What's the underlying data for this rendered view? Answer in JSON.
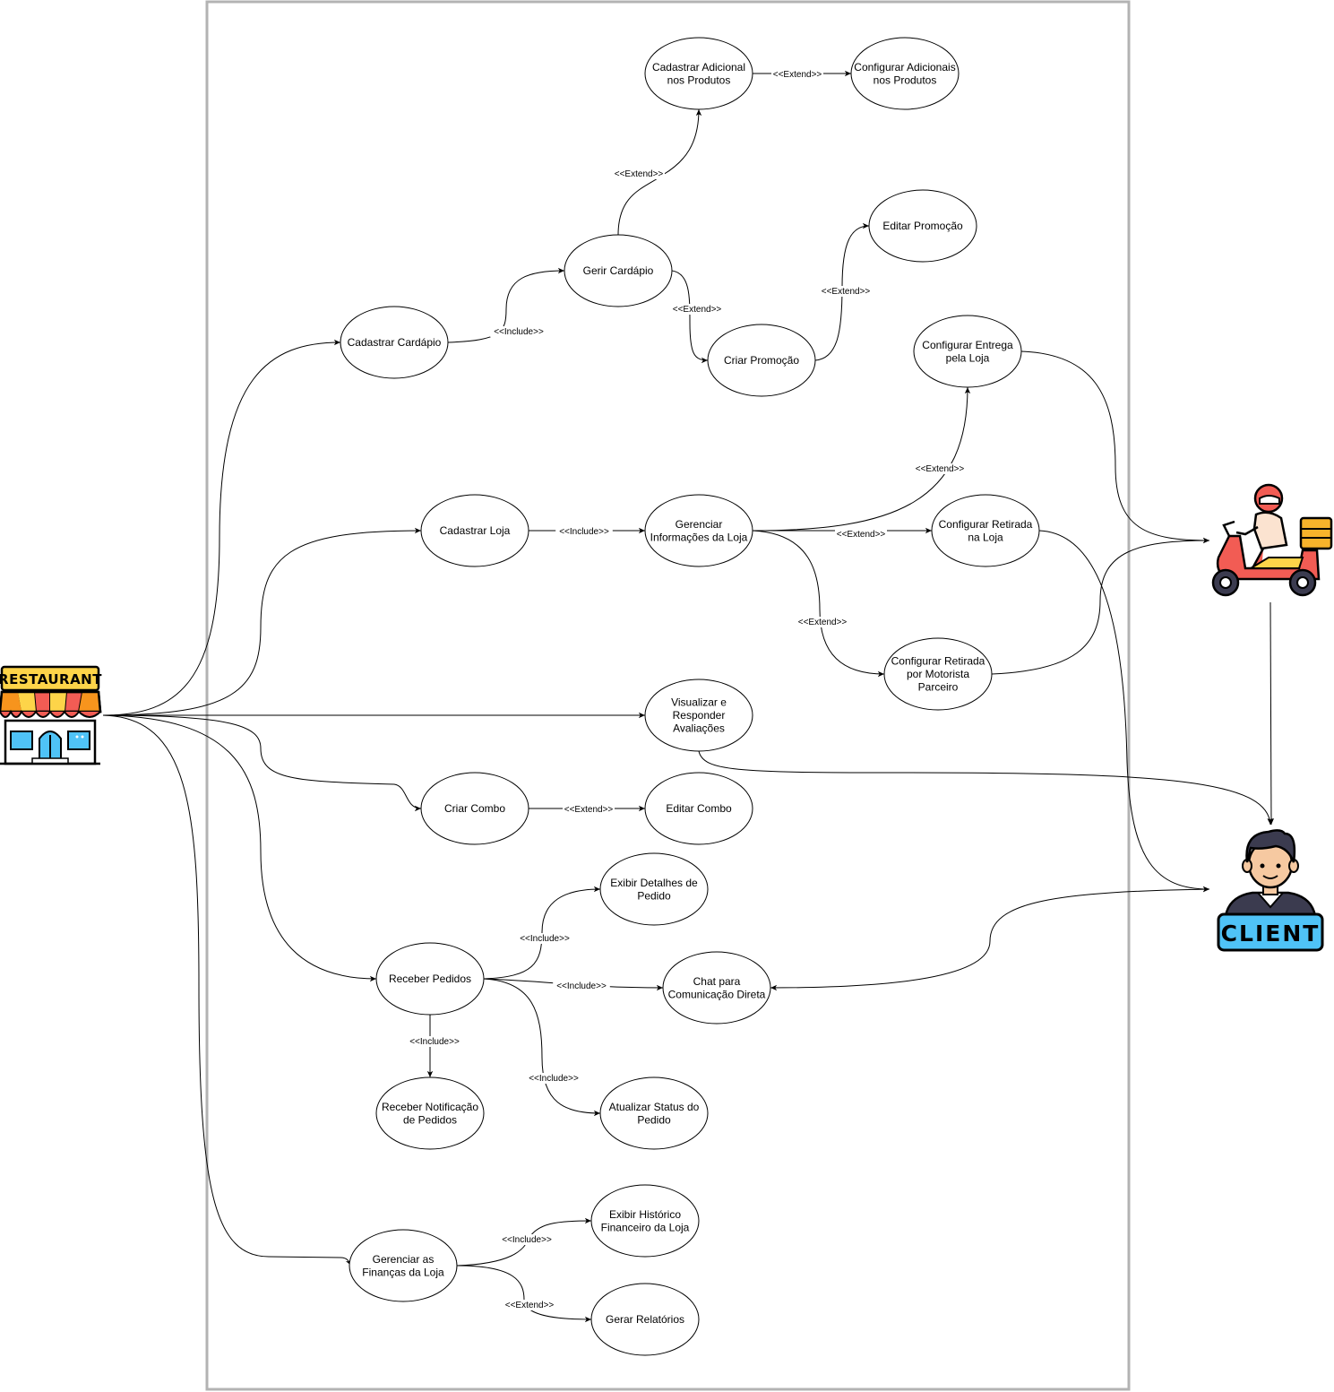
{
  "colors": {
    "stroke": "#000000",
    "boundary": "#b3b3b3",
    "awning_red": "#f25c54",
    "awning_yellow": "#fdd449",
    "awning_orange": "#f7941d",
    "building_blue": "#4fc3f7",
    "sign_yellow": "#fdd449",
    "scooter_red": "#f25c54",
    "box_orange": "#f7b32b",
    "client_blue": "#4fc3f7",
    "skin": "#f6c9a1",
    "hair": "#3b3b4f"
  },
  "actors": {
    "restaurant": {
      "label": "RESTAURANT",
      "icon": "restaurant-icon"
    },
    "delivery": {
      "icon": "delivery-scooter-icon"
    },
    "client": {
      "label": "CLIENT",
      "icon": "client-icon"
    }
  },
  "use_cases": [
    {
      "id": "cad_adicional",
      "lines": [
        "Cadastrar Adicional",
        "nos Produtos"
      ]
    },
    {
      "id": "conf_adicionais",
      "lines": [
        "Configurar Adicionais",
        "nos Produtos"
      ]
    },
    {
      "id": "editar_promocao",
      "lines": [
        "Editar Promoção"
      ]
    },
    {
      "id": "gerir_cardapio",
      "lines": [
        "Gerir Cardápio"
      ]
    },
    {
      "id": "cad_cardapio",
      "lines": [
        "Cadastrar Cardápio"
      ]
    },
    {
      "id": "criar_promocao",
      "lines": [
        "Criar Promoção"
      ]
    },
    {
      "id": "conf_entrega",
      "lines": [
        "Configurar Entrega",
        "pela Loja"
      ]
    },
    {
      "id": "cad_loja",
      "lines": [
        "Cadastrar Loja"
      ]
    },
    {
      "id": "ger_info_loja",
      "lines": [
        "Gerenciar",
        "Informações da Loja"
      ]
    },
    {
      "id": "conf_retirada",
      "lines": [
        "Configurar Retirada",
        "na Loja"
      ]
    },
    {
      "id": "conf_motorista",
      "lines": [
        "Configurar Retirada",
        "por Motorista",
        "Parceiro"
      ]
    },
    {
      "id": "visualizar_aval",
      "lines": [
        "Visualizar e",
        "Responder",
        "Avaliações"
      ]
    },
    {
      "id": "criar_combo",
      "lines": [
        "Criar Combo"
      ]
    },
    {
      "id": "editar_combo",
      "lines": [
        "Editar Combo"
      ]
    },
    {
      "id": "exibir_detalhes",
      "lines": [
        "Exibir Detalhes de",
        "Pedido"
      ]
    },
    {
      "id": "receber_pedidos",
      "lines": [
        "Receber Pedidos"
      ]
    },
    {
      "id": "chat",
      "lines": [
        "Chat para",
        "Comunicação Direta"
      ]
    },
    {
      "id": "receber_notif",
      "lines": [
        "Receber Notificação",
        "de Pedidos"
      ]
    },
    {
      "id": "atualizar_status",
      "lines": [
        "Atualizar Status do",
        "Pedido"
      ]
    },
    {
      "id": "exibir_historico",
      "lines": [
        "Exibir Histórico",
        "Financeiro da Loja"
      ]
    },
    {
      "id": "ger_financas",
      "lines": [
        "Gerenciar as",
        "Finanças da Loja"
      ]
    },
    {
      "id": "gerar_relatorios",
      "lines": [
        "Gerar Relatórios"
      ]
    }
  ],
  "edge_labels": {
    "include": "<<Include>>",
    "extend": "<<Extend>>"
  }
}
